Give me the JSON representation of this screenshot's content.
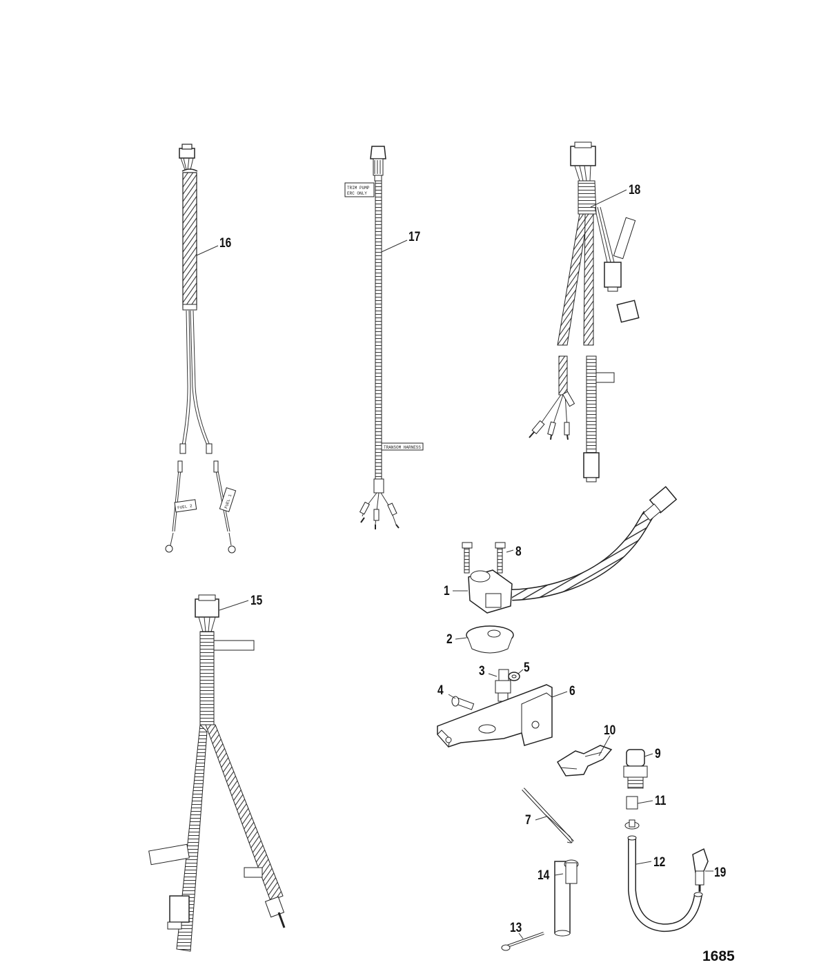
{
  "figure_number": "1685",
  "parts": [
    {
      "key": "p1",
      "number": "1"
    },
    {
      "key": "p2",
      "number": "2"
    },
    {
      "key": "p3",
      "number": "3"
    },
    {
      "key": "p4",
      "number": "4"
    },
    {
      "key": "p5",
      "number": "5"
    },
    {
      "key": "p6",
      "number": "6"
    },
    {
      "key": "p7",
      "number": "7"
    },
    {
      "key": "p8",
      "number": "8"
    },
    {
      "key": "p9",
      "number": "9"
    },
    {
      "key": "p10",
      "number": "10"
    },
    {
      "key": "p11",
      "number": "11"
    },
    {
      "key": "p12",
      "number": "12"
    },
    {
      "key": "p13",
      "number": "13"
    },
    {
      "key": "p14",
      "number": "14"
    },
    {
      "key": "p15",
      "number": "15"
    },
    {
      "key": "p16",
      "number": "16"
    },
    {
      "key": "p17",
      "number": "17"
    },
    {
      "key": "p18",
      "number": "18"
    },
    {
      "key": "p19",
      "number": "19"
    }
  ],
  "harness_tags": {
    "fuel_1": "FUEL 1",
    "fuel_2": "FUEL 2",
    "trim_pump_line1": "TRIM PUMP",
    "trim_pump_line2": "ERC ONLY",
    "transom_harness": "TRANSOM HARNESS"
  },
  "colors": {
    "line": "#222222",
    "background": "#ffffff"
  }
}
